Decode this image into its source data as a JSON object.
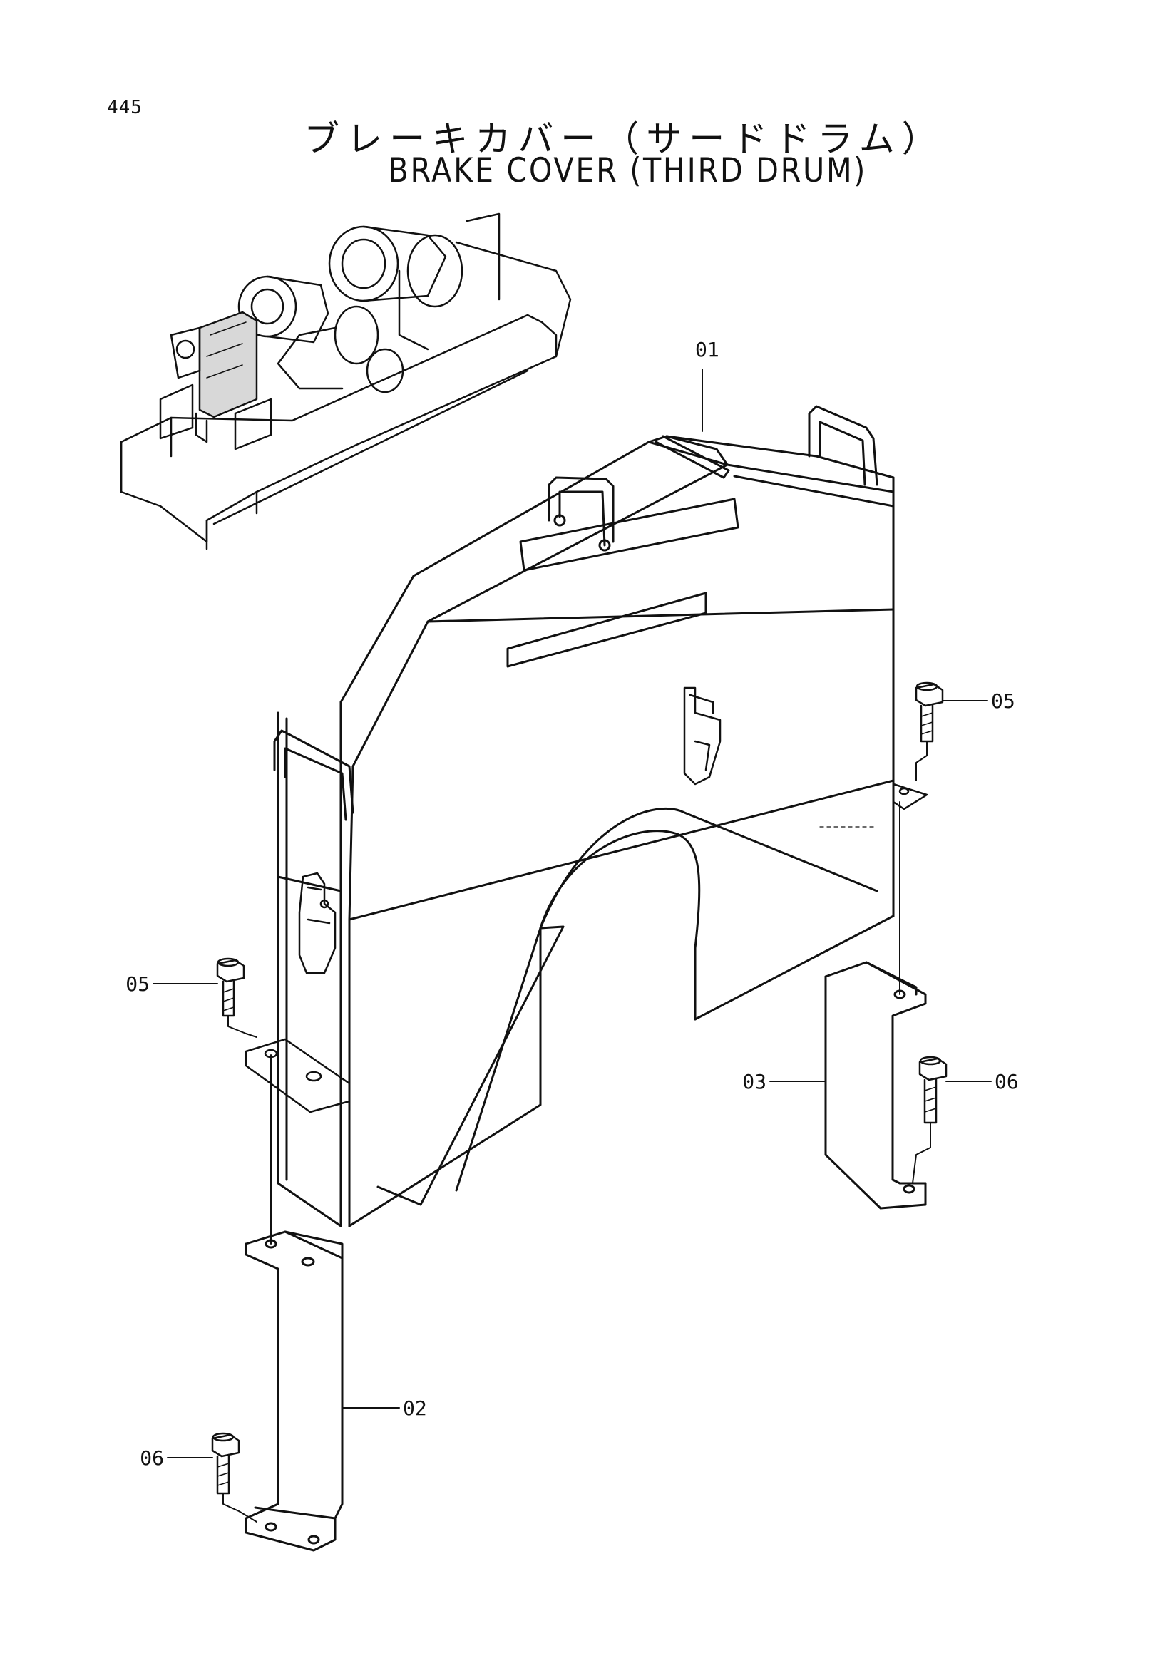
{
  "page_number": "445",
  "title_jp": "ブレーキカバー（サードドラム）",
  "title_en": "BRAKE COVER (THIRD DRUM)",
  "callouts": {
    "c01": "01",
    "c02": "02",
    "c03": "03",
    "c05_right": "05",
    "c05_left": "05",
    "c06_right": "06",
    "c06_left": "06"
  }
}
